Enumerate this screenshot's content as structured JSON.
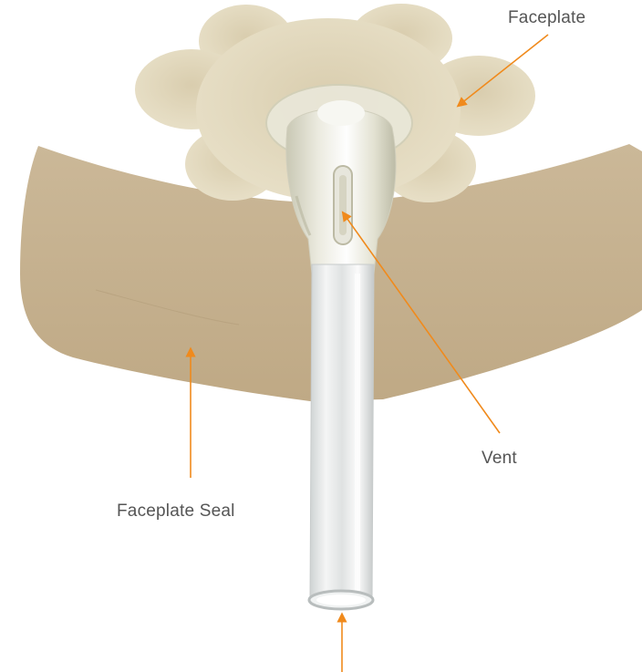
{
  "labels": {
    "faceplate": "Faceplate",
    "vent": "Vent",
    "faceplate_seal": "Faceplate Seal"
  },
  "colors": {
    "faceplate": "#e3d9bd",
    "faceplate_seal": "#c7b392",
    "tube": "#e9ebeb",
    "arrow": "#f08a1c",
    "label_text": "#555555"
  }
}
